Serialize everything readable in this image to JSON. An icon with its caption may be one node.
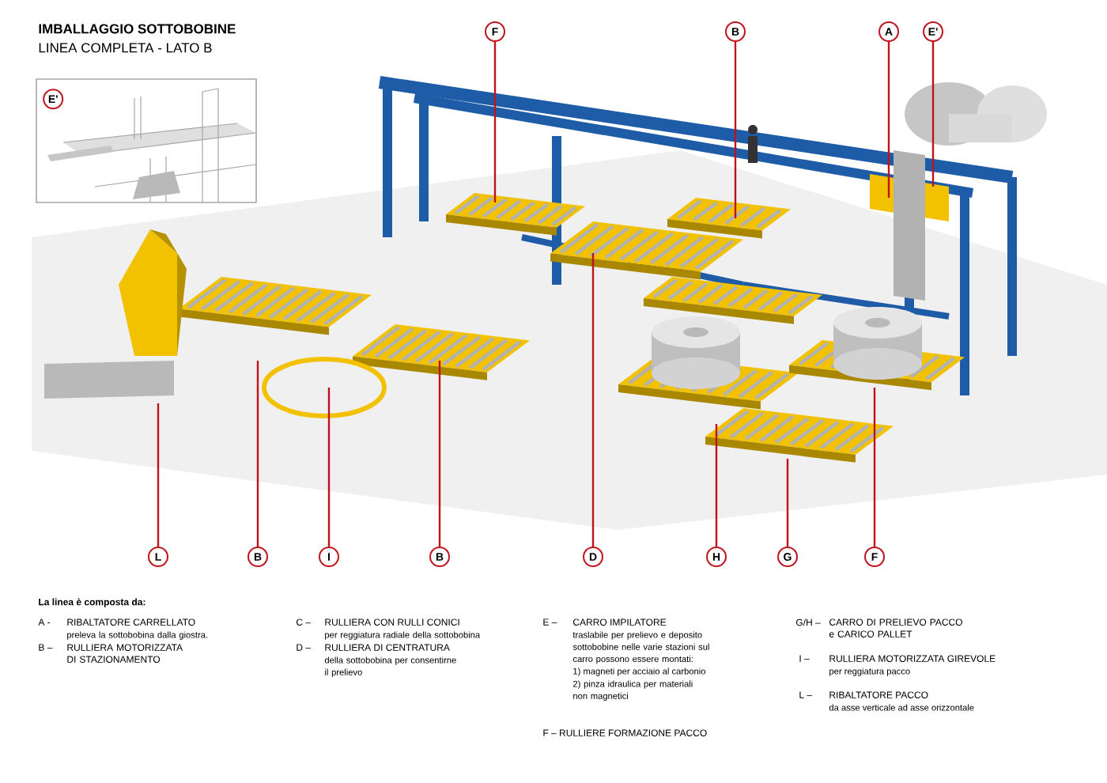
{
  "diagram": {
    "title": "IMBALLAGGIO SOTTOBOBINE",
    "nodes": [
      {
        "text": [
          "F"
        ]
      },
      {
        "text": [
          "B"
        ]
      },
      {
        "text": [
          "A"
        ]
      },
      {
        "text": [
          "E'"
        ]
      },
      {
        "text": [],
        "shape": "picture"
      },
      {
        "text": [
          "E'"
        ],
        "in": 4
      },
      {
        "text": [
          "L"
        ]
      },
      {
        "text": [
          "B"
        ]
      },
      {
        "text": [
          "I"
        ]
      },
      {
        "text": [
          "B"
        ]
      },
      {
        "text": [
          "D"
        ]
      },
      {
        "text": [
          "H"
        ]
      },
      {
        "text": [
          "G"
        ]
      },
      {
        "text": [
          "F"
        ]
      }
    ],
    "edges": [
      {
        "from": 0,
        "to": null,
        "arrow": "none"
      },
      {
        "from": 1,
        "to": null,
        "arrow": "none"
      },
      {
        "from": 2,
        "to": null,
        "arrow": "none"
      },
      {
        "from": 3,
        "to": null,
        "arrow": "none"
      },
      {
        "from": 6,
        "to": null,
        "arrow": "none"
      },
      {
        "from": 7,
        "to": null,
        "arrow": "none"
      },
      {
        "from": 8,
        "to": null,
        "arrow": "none"
      },
      {
        "from": 9,
        "to": null,
        "arrow": "none"
      },
      {
        "from": 10,
        "to": null,
        "arrow": "none"
      },
      {
        "from": 11,
        "to": null,
        "arrow": "none"
      },
      {
        "from": 12,
        "to": null,
        "arrow": "none"
      },
      {
        "from": 13,
        "to": null,
        "arrow": "none"
      }
    ],
    "labels": [
      "LINEA COMPLETA - LATO B",
      "La linea è composta da:",
      "A -",
      "RIBALTATORE CARRELLATO",
      "preleva la sottobobina dalla giostra.",
      "B –",
      "RULLIERA MOTORIZZATA DI STAZIONAMENTO",
      "C –",
      "RULLIERA CON RULLI CONICI",
      "per reggiatura radiale della sottobobina",
      "D –",
      "RULLIERA DI CENTRATURA",
      "della sottobobina per consentirne il prelievo",
      "E –",
      "CARRO IMPILATORE",
      "traslabile per prelievo e deposito sottobobine nelle varie stazioni sul carro possono essere montati:",
      "1) magneti per acciaio al carbonio",
      "2) pinza idraulica per materiali non magnetici",
      "F – RULLIERE FORMAZIONE PACCO",
      "G/H –",
      "CARRO DI PRELIEVO PACCO e CARICO PALLET",
      "I –",
      "RULLIERA MOTORIZZATA GIREVOLE",
      "per reggiatura pacco",
      "L –",
      "RIBALTATORE PACCO",
      "da asse verticale ad asse orizzontale"
    ]
  }
}
